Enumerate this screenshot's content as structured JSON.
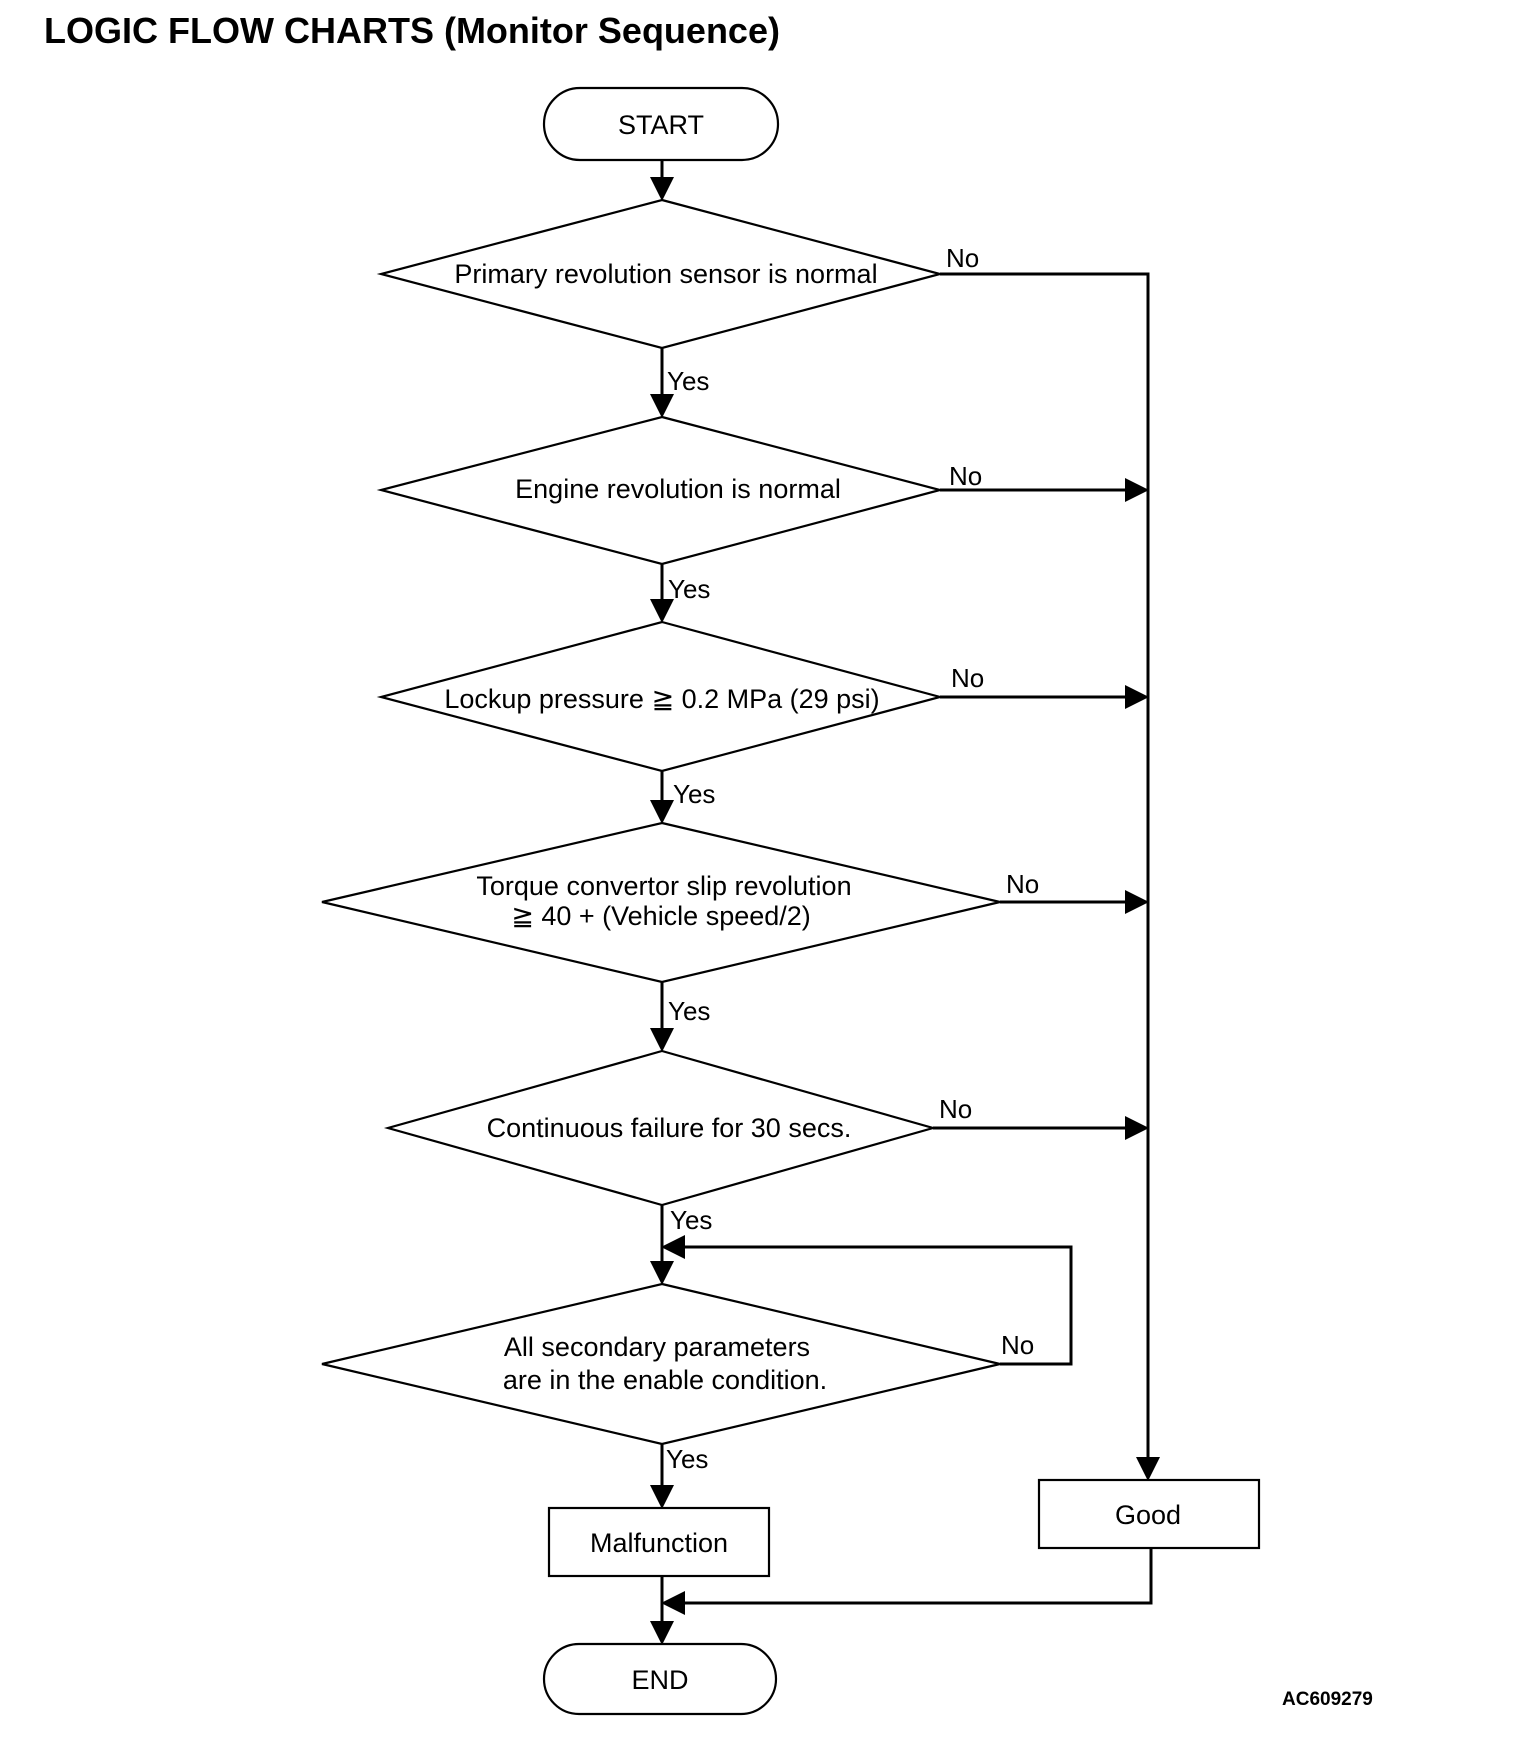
{
  "title": "LOGIC FLOW CHARTS (Monitor Sequence)",
  "figure_id": "AC609279",
  "nodes": {
    "start": "START",
    "d1": "Primary revolution sensor is normal",
    "d2": "Engine revolution is normal",
    "d3": "Lockup pressure ≧ 0.2 MPa (29 psi)",
    "d4_line1": "Torque convertor slip revolution",
    "d4_line2": "≧ 40 + (Vehicle speed/2)",
    "d5": "Continuous failure for 30 secs.",
    "d6_line1": "All secondary parameters",
    "d6_line2": "are in the enable condition.",
    "malfunction": "Malfunction",
    "good": "Good",
    "end": "END"
  },
  "branch_labels": {
    "yes": "Yes",
    "no": "No"
  }
}
